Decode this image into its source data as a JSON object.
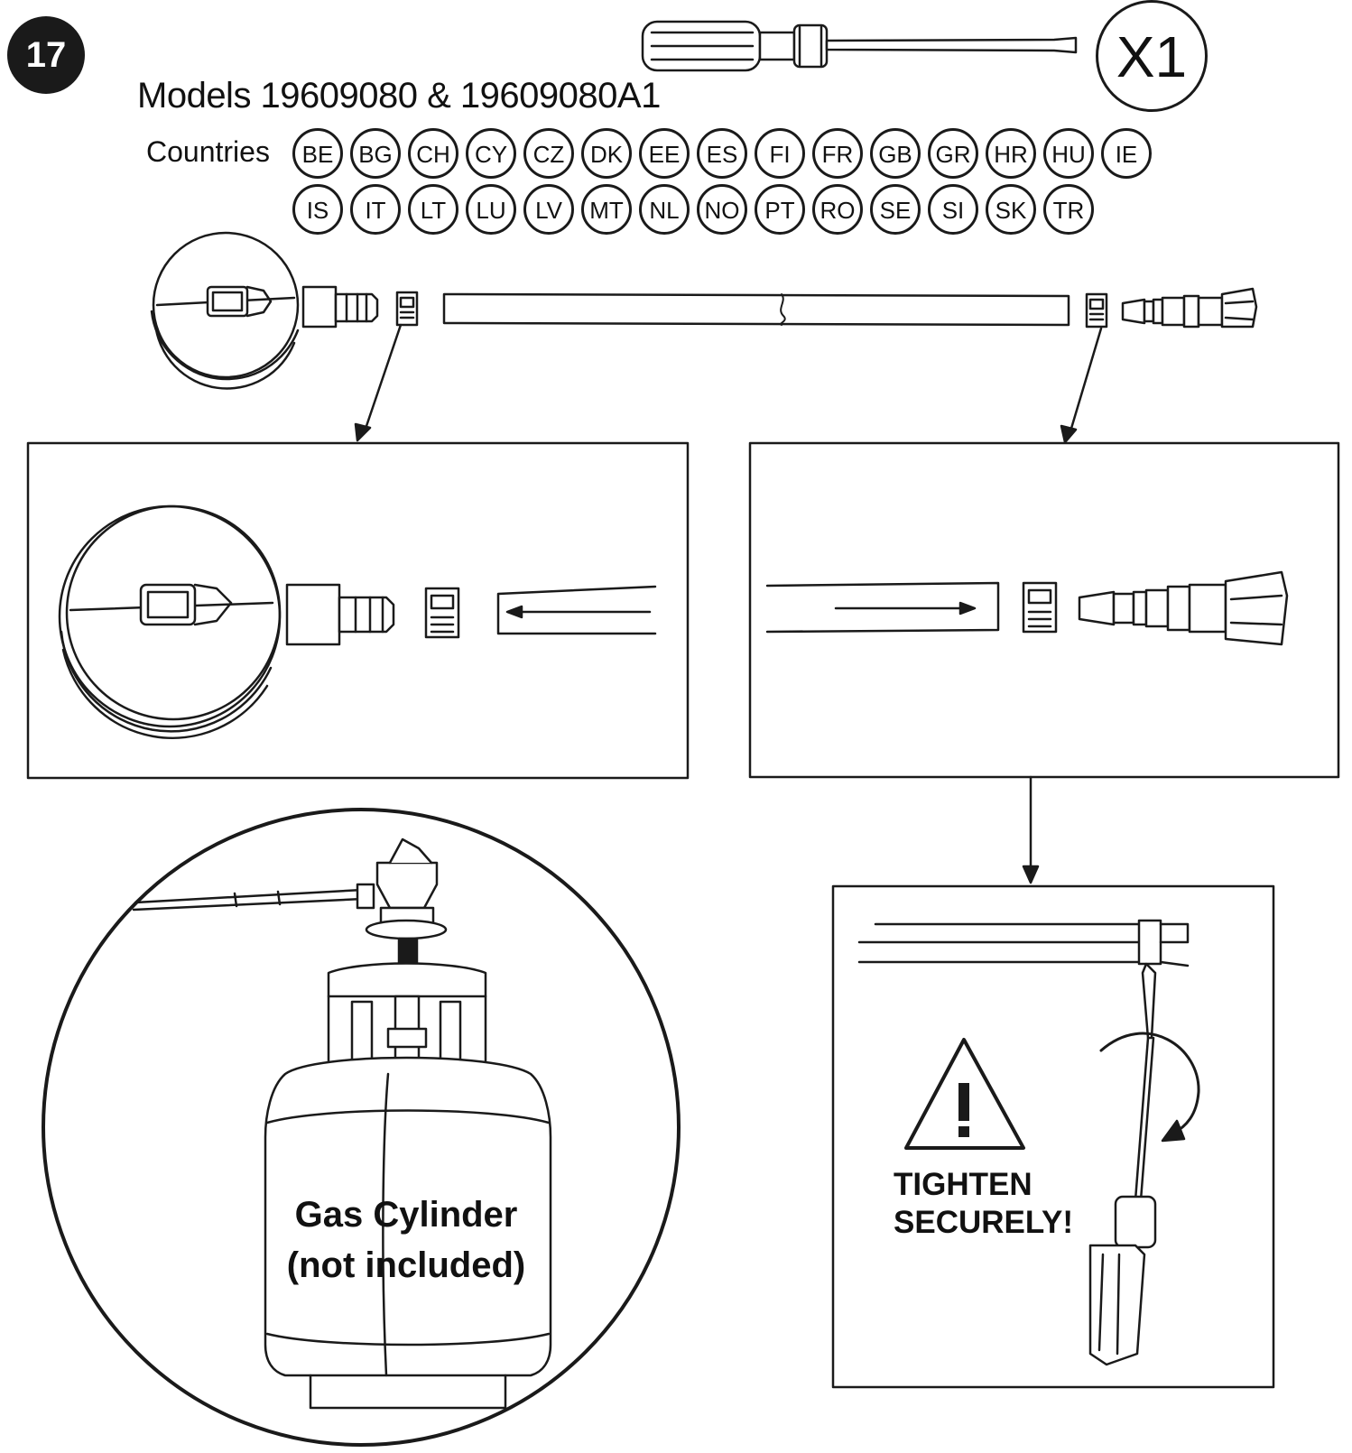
{
  "step": {
    "number": "17"
  },
  "tool": {
    "name": "screwdriver-icon",
    "quantity_label": "X1"
  },
  "models_label": "Models 19609080 & 19609080A1",
  "countries_label": "Countries",
  "countries_row1": [
    "BE",
    "BG",
    "CH",
    "CY",
    "CZ",
    "DK",
    "EE",
    "ES",
    "FI",
    "FR",
    "GB",
    "GR",
    "HR",
    "HU",
    "IE"
  ],
  "countries_row2": [
    "IS",
    "IT",
    "LT",
    "LU",
    "LV",
    "MT",
    "NL",
    "NO",
    "PT",
    "RO",
    "SE",
    "SI",
    "SK",
    "TR"
  ],
  "gas_cylinder": {
    "line1": "Gas Cylinder",
    "line2": "(not included)"
  },
  "warning": {
    "line1": "TIGHTEN",
    "line2": "SECURELY!",
    "icon": "warning-triangle-icon"
  },
  "colors": {
    "ink": "#1a1a1a",
    "paper": "#ffffff"
  }
}
